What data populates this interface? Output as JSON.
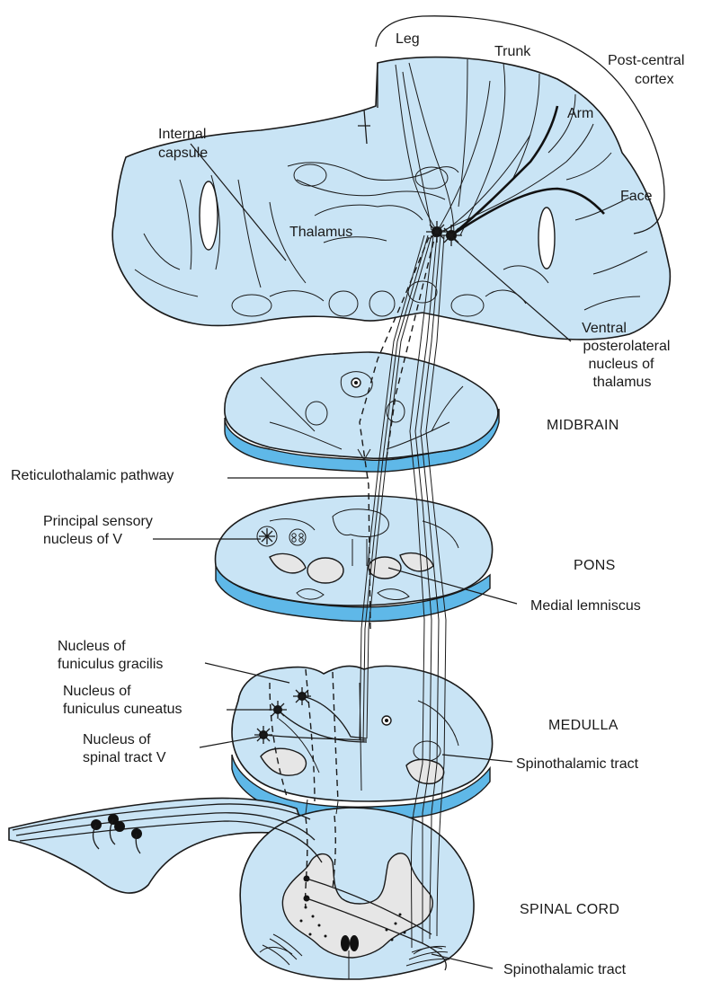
{
  "labels": {
    "leg": "Leg",
    "trunk": "Trunk",
    "post_central_cortex_1": "Post-central",
    "post_central_cortex_2": "cortex",
    "arm": "Arm",
    "face": "Face",
    "internal_capsule_1": "Internal",
    "internal_capsule_2": "capsule",
    "thalamus": "Thalamus",
    "vpl_1": "Ventral",
    "vpl_2": "posterolateral",
    "vpl_3": "nucleus of",
    "vpl_4": "thalamus",
    "reticulothalamic": "Reticulothalamic pathway",
    "principal_sensory_1": "Principal sensory",
    "principal_sensory_2": "nucleus of V",
    "medial_lemniscus": "Medial lemniscus",
    "gracilis_1": "Nucleus of",
    "gracilis_2": "funiculus gracilis",
    "cuneatus_1": "Nucleus of",
    "cuneatus_2": "funiculus cuneatus",
    "spinal_v_1": "Nucleus of",
    "spinal_v_2": "spinal tract V",
    "spinothalamic_medulla": "Spinothalamic tract",
    "spinothalamic_cord": "Spinothalamic tract"
  },
  "sections": {
    "midbrain": "MIDBRAIN",
    "pons": "PONS",
    "medulla": "MEDULLA",
    "spinal_cord": "SPINAL CORD"
  },
  "colors": {
    "tissue": "#c9e4f5",
    "section_edge": "#5fb8e8",
    "gray_matter": "#e6e6e6",
    "ink": "#1a1a1a"
  }
}
